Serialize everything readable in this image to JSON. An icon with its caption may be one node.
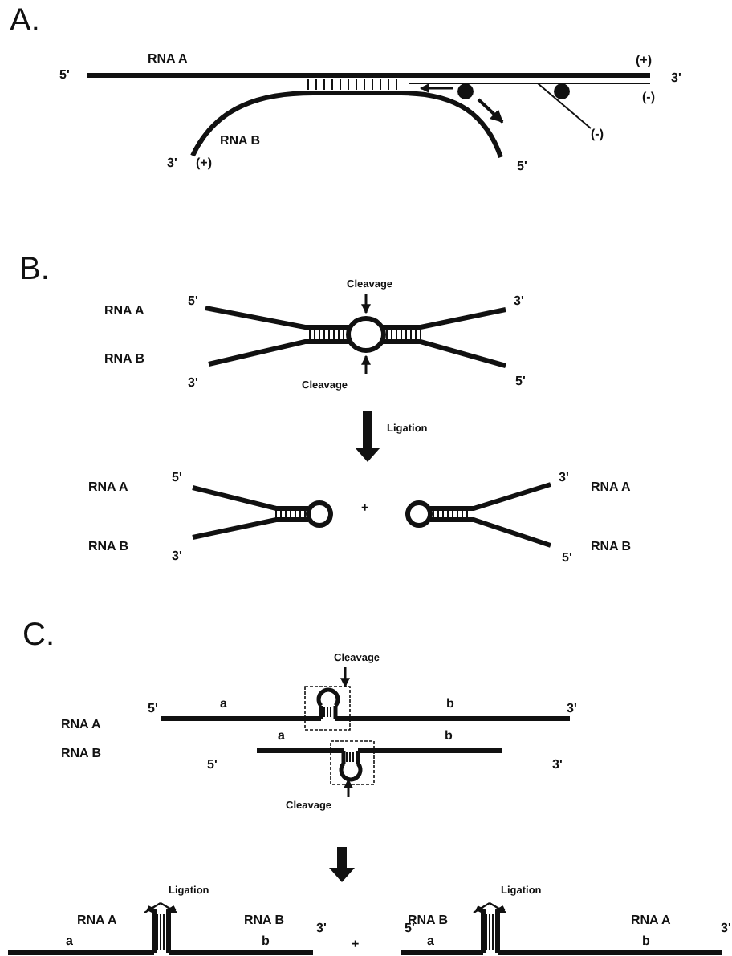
{
  "diagram": {
    "labels": [
      "A.",
      "RNA A",
      "(+)",
      "5'",
      "3'",
      "(-)",
      "(-)",
      "RNA B",
      "3'",
      "(+)",
      "5'",
      "B.",
      "Cleavage",
      "RNA A",
      "5'",
      "3'",
      "RNA B",
      "3'",
      "5'",
      "Cleavage",
      "Ligation",
      "RNA A",
      "5'",
      "3'",
      "RNA A",
      "+",
      "RNA B",
      "3'",
      "5'",
      "RNA B",
      "C.",
      "Cleavage",
      "5'",
      "a",
      "b",
      "3'",
      "RNA A",
      "a",
      "b",
      "RNA B",
      "5'",
      "3'",
      "Cleavage",
      "Ligation",
      "Ligation",
      "RNA A",
      "RNA B",
      "3'",
      "5'",
      "RNA B",
      "RNA A",
      "3'",
      "a",
      "b",
      "+",
      "a",
      "b"
    ]
  }
}
